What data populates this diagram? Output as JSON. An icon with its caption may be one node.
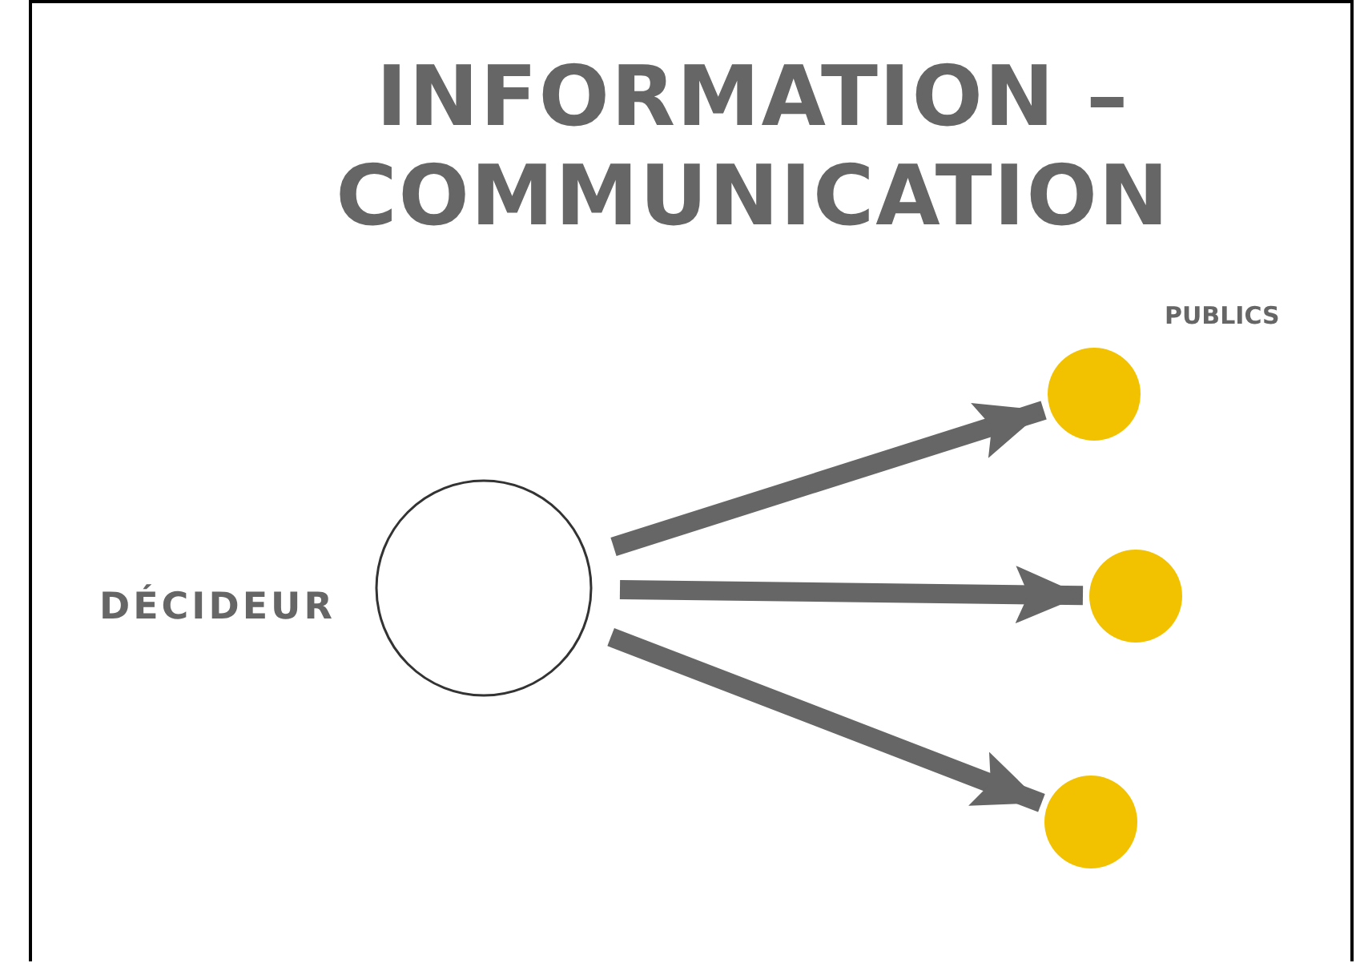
{
  "diagram": {
    "title": "INFORMATION – COMMUNICATION",
    "nodes": [
      {
        "text": [],
        "shape": "circle",
        "beside": [
          "DÉCIDEUR"
        ]
      },
      {
        "text": [],
        "shape": "circle"
      },
      {
        "text": [],
        "shape": "circle"
      },
      {
        "text": [],
        "shape": "circle"
      }
    ],
    "edges": [
      {
        "from": 0,
        "to": 1,
        "arrow": "to"
      },
      {
        "from": 0,
        "to": 2,
        "arrow": "to"
      },
      {
        "from": 0,
        "to": 3,
        "arrow": "to"
      }
    ],
    "labels": [
      "PUBLICS"
    ]
  }
}
